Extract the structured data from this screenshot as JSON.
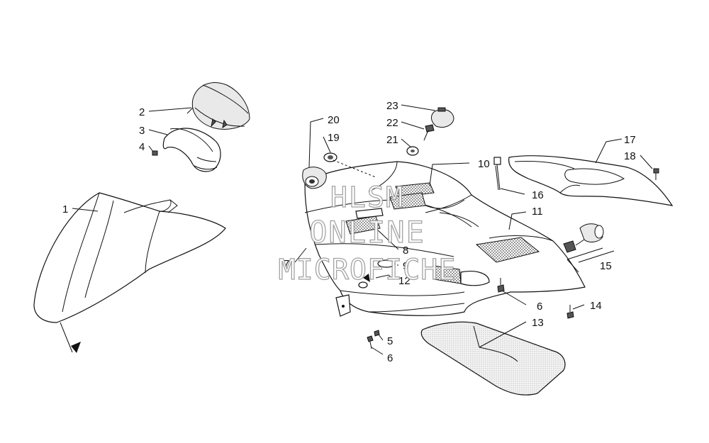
{
  "watermark": {
    "line1": "HLSM",
    "line2": "ONLINE",
    "line3": "MICROFICHE",
    "stroke_color": "#9a9a9a"
  },
  "callouts": [
    {
      "id": "c1",
      "text": "1"
    },
    {
      "id": "c2",
      "text": "2"
    },
    {
      "id": "c3",
      "text": "3"
    },
    {
      "id": "c4",
      "text": "4"
    },
    {
      "id": "c5",
      "text": "5"
    },
    {
      "id": "c6a",
      "text": "6"
    },
    {
      "id": "c6b",
      "text": "6"
    },
    {
      "id": "c7",
      "text": "7"
    },
    {
      "id": "c8",
      "text": "8"
    },
    {
      "id": "c9",
      "text": "9"
    },
    {
      "id": "c10",
      "text": "10"
    },
    {
      "id": "c11",
      "text": "11"
    },
    {
      "id": "c12",
      "text": "12"
    },
    {
      "id": "c13",
      "text": "13"
    },
    {
      "id": "c14",
      "text": "14"
    },
    {
      "id": "c15",
      "text": "15"
    },
    {
      "id": "c16",
      "text": "16"
    },
    {
      "id": "c17",
      "text": "17"
    },
    {
      "id": "c18",
      "text": "18"
    },
    {
      "id": "c19",
      "text": "19"
    },
    {
      "id": "c20",
      "text": "20"
    },
    {
      "id": "c21",
      "text": "21"
    },
    {
      "id": "c22",
      "text": "22"
    },
    {
      "id": "c23",
      "text": "23"
    }
  ]
}
